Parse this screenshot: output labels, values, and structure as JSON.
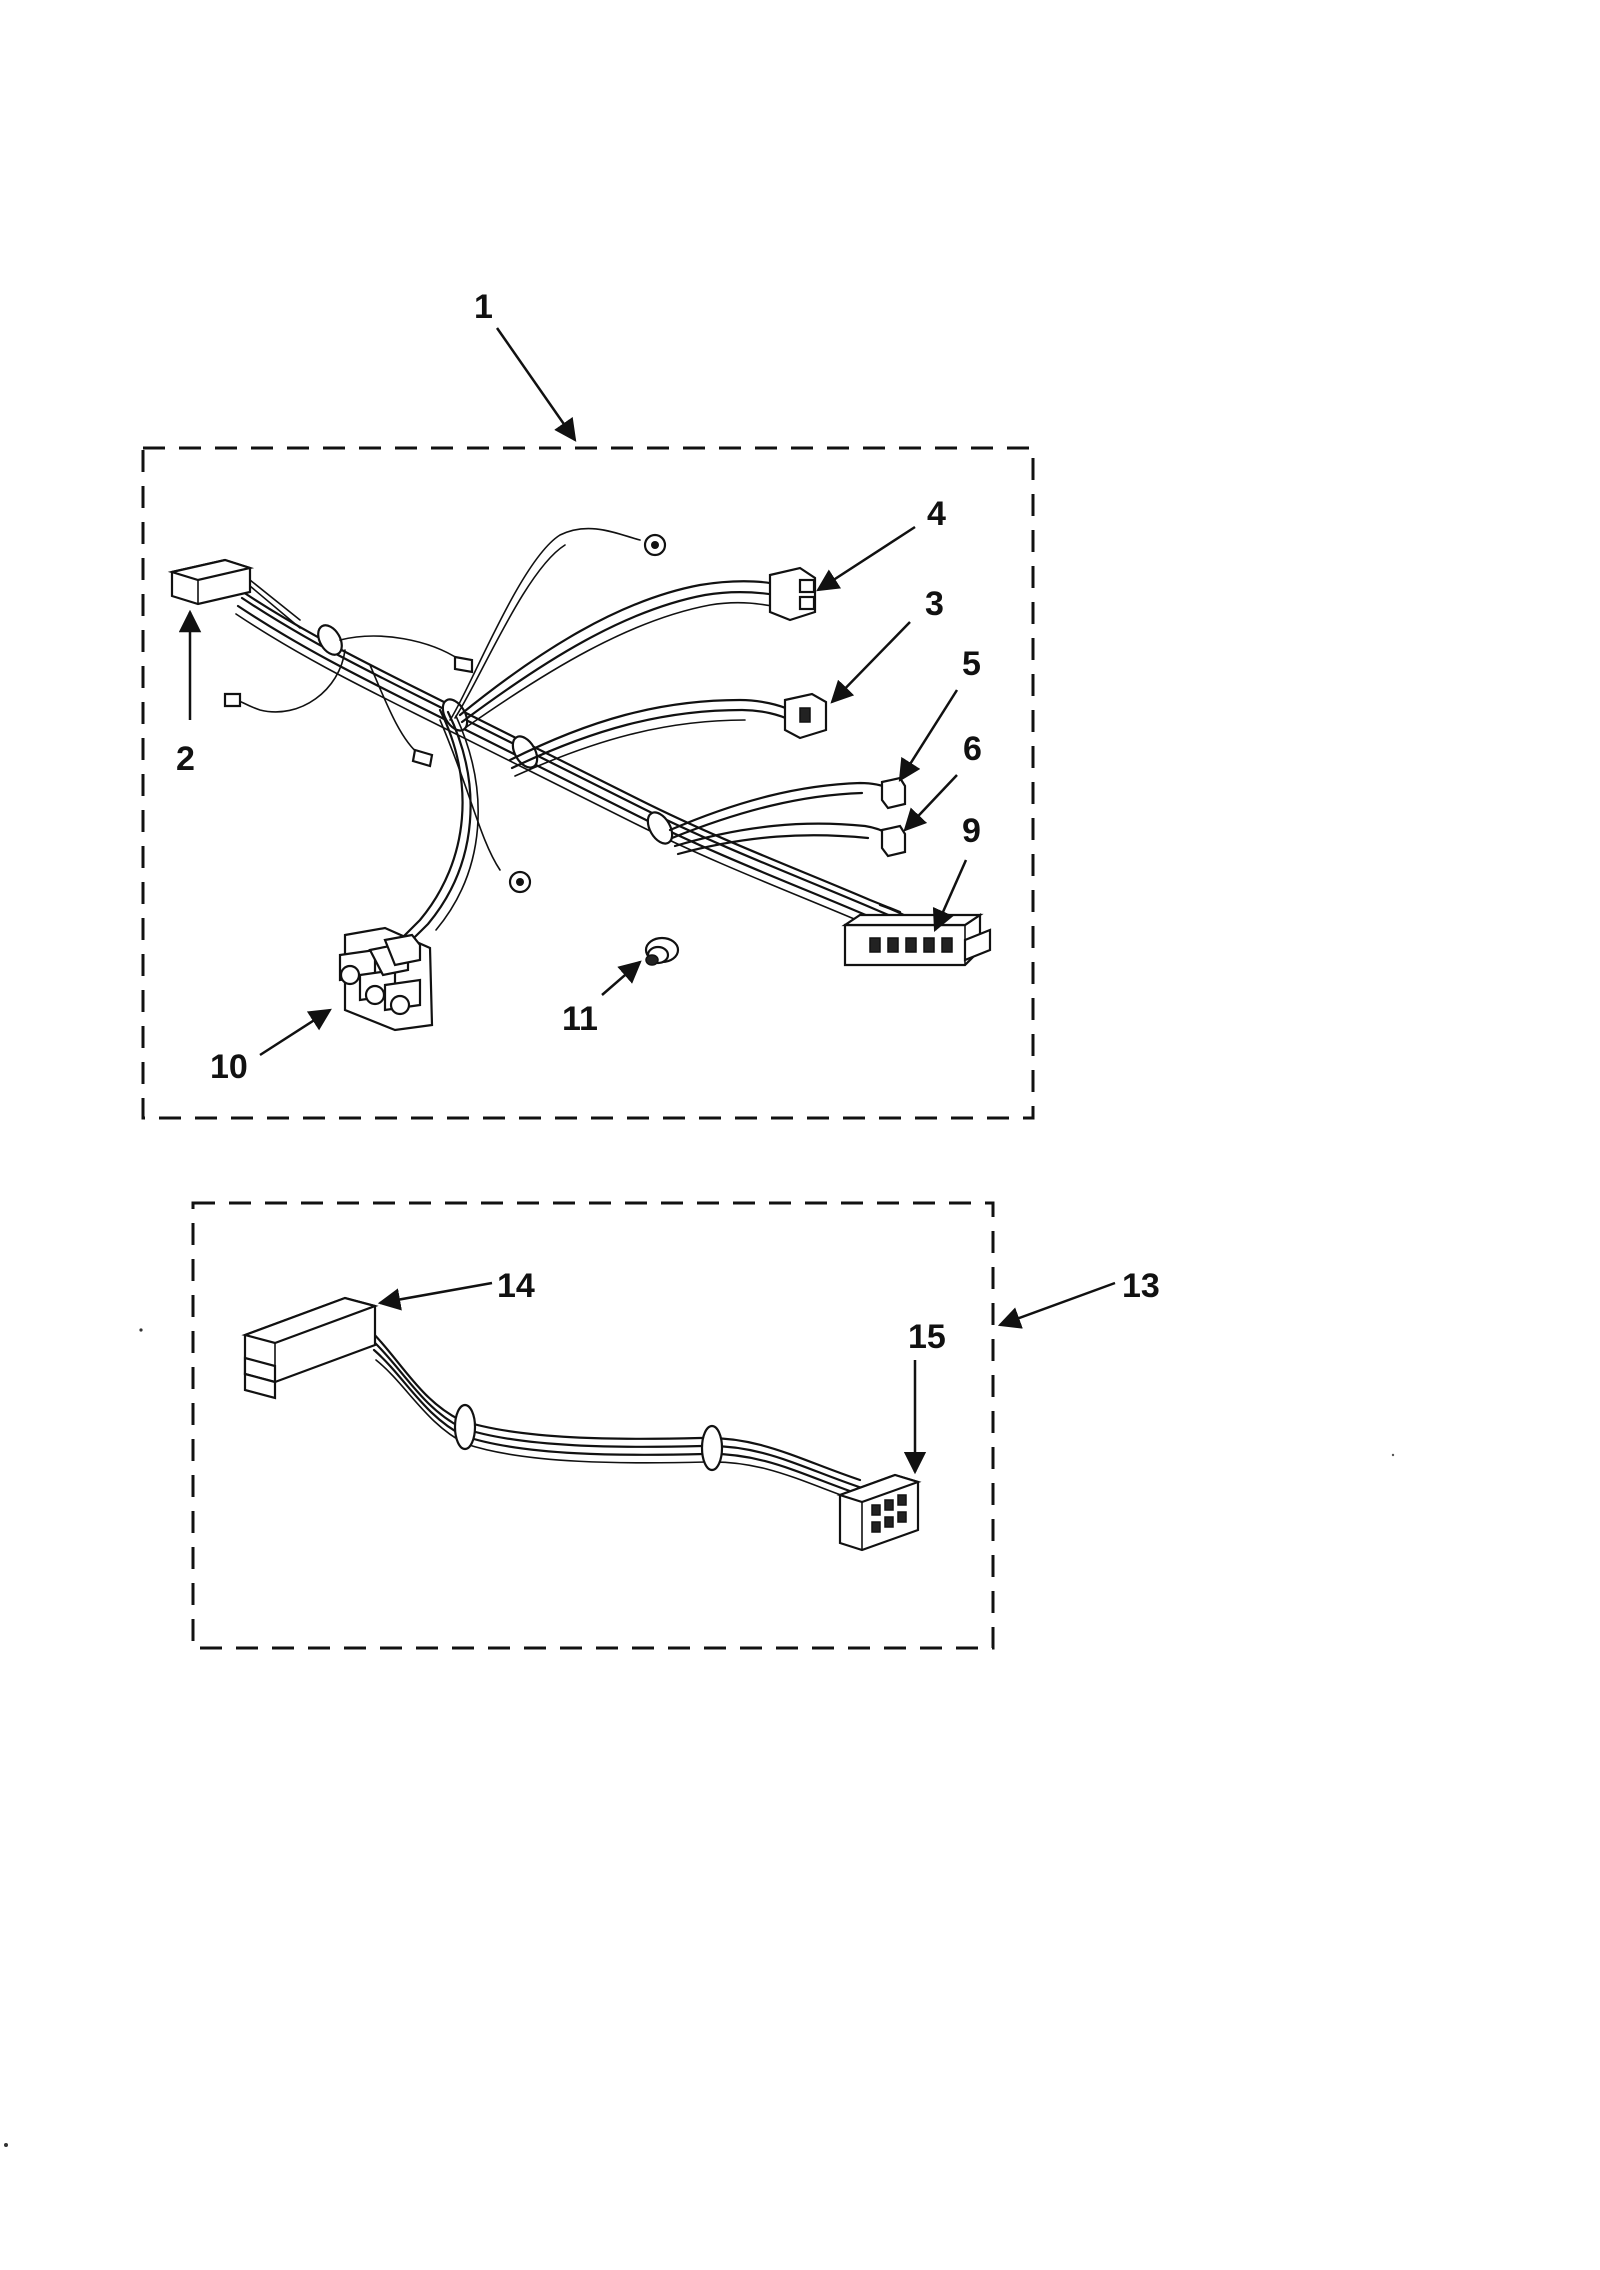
{
  "diagram": {
    "assemblies": [
      {
        "id": "1",
        "callouts": [
          "1",
          "2",
          "3",
          "4",
          "5",
          "6",
          "9",
          "10",
          "11"
        ]
      },
      {
        "id": "13",
        "callouts": [
          "13",
          "14",
          "15"
        ]
      }
    ],
    "labels": {
      "c1": "1",
      "c2": "2",
      "c3": "3",
      "c4": "4",
      "c5": "5",
      "c6": "6",
      "c9": "9",
      "c10": "10",
      "c11": "11",
      "c13": "13",
      "c14": "14",
      "c15": "15"
    }
  }
}
